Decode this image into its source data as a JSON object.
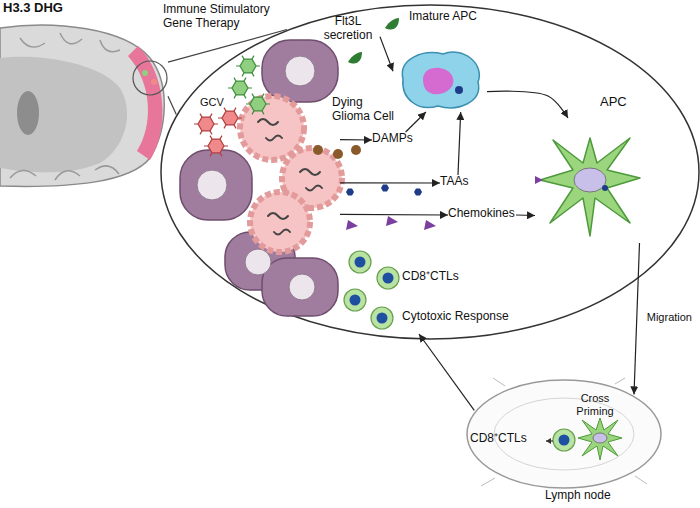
{
  "diagram": {
    "nodes": [
      {
        "text": [
          "H3.3 DHG"
        ]
      },
      {
        "text": [
          "Immune Stimulatory Gene Therapy"
        ]
      },
      {
        "text": [
          "Flt3L secretion"
        ],
        "in": 1
      },
      {
        "text": [
          "Imature APC"
        ],
        "in": 1
      },
      {
        "text": [
          "Dying Glioma Cell"
        ],
        "in": 1
      },
      {
        "text": [
          "DAMPs"
        ],
        "in": 1
      },
      {
        "text": [
          "TAAs"
        ],
        "in": 1
      },
      {
        "text": [
          "Chemokines"
        ],
        "in": 1
      },
      {
        "text": [
          "APC"
        ],
        "in": 1
      },
      {
        "text": [
          "CD8⁺CTLs",
          "Cytotoxic Response"
        ],
        "in": 1
      },
      {
        "text": [
          "Cross Priming",
          "CD8⁺CTLs",
          "Lymph node"
        ]
      }
    ],
    "edges": [
      {
        "from": 0,
        "to": 1,
        "arrow": "none"
      },
      {
        "from": 0,
        "to": 1,
        "arrow": "none"
      },
      {
        "from": 2,
        "to": 3,
        "arrow": "to"
      },
      {
        "from": 4,
        "to": 5,
        "arrow": "to"
      },
      {
        "from": 4,
        "to": 6,
        "arrow": "to"
      },
      {
        "from": 4,
        "to": 7,
        "arrow": "to"
      },
      {
        "from": 5,
        "to": 3,
        "arrow": "to"
      },
      {
        "from": 6,
        "to": 3,
        "arrow": "to"
      },
      {
        "from": 7,
        "to": 8,
        "arrow": "to"
      },
      {
        "from": 3,
        "to": 8,
        "arrow": "to"
      },
      {
        "from": 8,
        "to": 10,
        "label": "Migration",
        "arrow": "to"
      },
      {
        "from": 10,
        "to": 9,
        "arrow": "to"
      }
    ],
    "labels": [
      "GCV"
    ]
  }
}
